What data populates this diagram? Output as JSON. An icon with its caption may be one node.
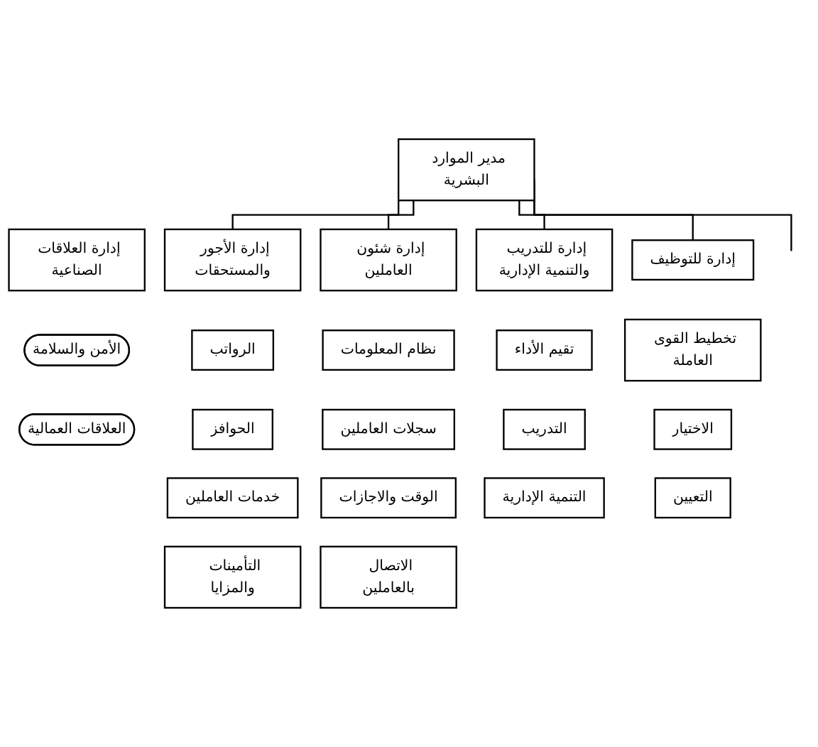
{
  "diagram": {
    "nodes": [
      {
        "text": [
          "مدير الموارد البشرية"
        ]
      },
      {
        "text": [
          "إدارة للتوظيف"
        ]
      },
      {
        "text": [
          "إدارة للتدريب والتنمية الإدارية"
        ]
      },
      {
        "text": [
          "إدارة الأجور والمستحقات"
        ]
      },
      {
        "text": [
          "إدارة شئون العاملين"
        ]
      },
      {
        "text": [
          "إدارة العلاقات الصناعية"
        ]
      },
      {
        "text": [
          "تخطيط القوى العاملة"
        ]
      },
      {
        "text": [
          "تقيم الأداء"
        ]
      },
      {
        "text": [
          "الرواتب"
        ]
      },
      {
        "text": [
          "نظام المعلومات"
        ]
      },
      {
        "text": [
          "الأمن والسلامة"
        ]
      },
      {
        "text": [
          "الاختيار"
        ]
      },
      {
        "text": [
          "التدريب"
        ]
      },
      {
        "text": [
          "الحوافز"
        ]
      },
      {
        "text": [
          "سجلات العاملين"
        ]
      },
      {
        "text": [
          "التعيين"
        ]
      },
      {
        "text": [
          "التنمية الإدارية"
        ]
      },
      {
        "text": [
          "خدمات العاملين"
        ]
      },
      {
        "text": [
          "الوقت والاجازات"
        ]
      },
      {
        "text": [
          "العلاقات العمالية"
        ]
      },
      {
        "text": [
          "التأمينات والمزايا"
        ]
      },
      {
        "text": [
          "الاتصال بالعاملين"
        ]
      }
    ],
    "edges": [
      {
        "from": 0,
        "to": null,
        "arrow": "none"
      },
      {
        "from": 0,
        "to": 1,
        "arrow": "none"
      },
      {
        "from": 0,
        "to": 2,
        "arrow": "none"
      },
      {
        "from": 0,
        "to": 3,
        "arrow": "none"
      },
      {
        "from": 0,
        "to": 4,
        "arrow": "none"
      }
    ]
  }
}
